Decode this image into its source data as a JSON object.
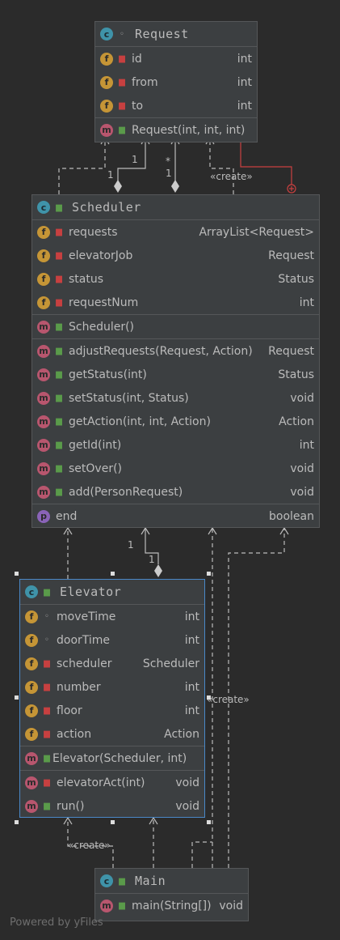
{
  "request": {
    "title": "Request",
    "fields": [
      {
        "name": "id",
        "type": "int"
      },
      {
        "name": "from",
        "type": "int"
      },
      {
        "name": "to",
        "type": "int"
      }
    ],
    "methods": [
      {
        "name": "Request(int, int, int)",
        "type": ""
      }
    ]
  },
  "scheduler": {
    "title": "Scheduler",
    "fields": [
      {
        "name": "requests",
        "type": "ArrayList<Request>"
      },
      {
        "name": "elevatorJob",
        "type": "Request"
      },
      {
        "name": "status",
        "type": "Status"
      },
      {
        "name": "requestNum",
        "type": "int"
      }
    ],
    "constructors": [
      {
        "name": "Scheduler()",
        "type": ""
      }
    ],
    "methods": [
      {
        "name": "adjustRequests(Request, Action)",
        "type": "Request"
      },
      {
        "name": "getStatus(int)",
        "type": "Status"
      },
      {
        "name": "setStatus(int, Status)",
        "type": "void"
      },
      {
        "name": "getAction(int, int, Action)",
        "type": "Action"
      },
      {
        "name": "getId(int)",
        "type": "int"
      },
      {
        "name": "setOver()",
        "type": "void"
      },
      {
        "name": "add(PersonRequest)",
        "type": "void"
      }
    ],
    "properties": [
      {
        "name": "end",
        "type": "boolean"
      }
    ]
  },
  "elevator": {
    "title": "Elevator",
    "fields": [
      {
        "name": "moveTime",
        "type": "int"
      },
      {
        "name": "doorTime",
        "type": "int"
      },
      {
        "name": "scheduler",
        "type": "Scheduler"
      },
      {
        "name": "number",
        "type": "int"
      },
      {
        "name": "floor",
        "type": "int"
      },
      {
        "name": "action",
        "type": "Action"
      }
    ],
    "constructors": [
      {
        "name": "Elevator(Scheduler, int)",
        "type": ""
      }
    ],
    "methods": [
      {
        "name": "elevatorAct(int)",
        "type": "void"
      },
      {
        "name": "run()",
        "type": "void"
      }
    ]
  },
  "main": {
    "title": "Main",
    "methods": [
      {
        "name": "main(String[])",
        "type": "void"
      }
    ]
  },
  "labels": {
    "one": "1",
    "star": "*",
    "create": "«create»"
  },
  "badges": {
    "c": "c",
    "f": "f",
    "m": "m",
    "p": "p"
  },
  "icons": {
    "lock": "lock-icon",
    "dot": "package-dot-icon"
  },
  "colors": {
    "background": "#2b2b2b",
    "box": "#3c3f41",
    "selected_border": "#4a88c7",
    "nested_edge": "#c94040"
  },
  "watermark": "Powered by yFiles"
}
